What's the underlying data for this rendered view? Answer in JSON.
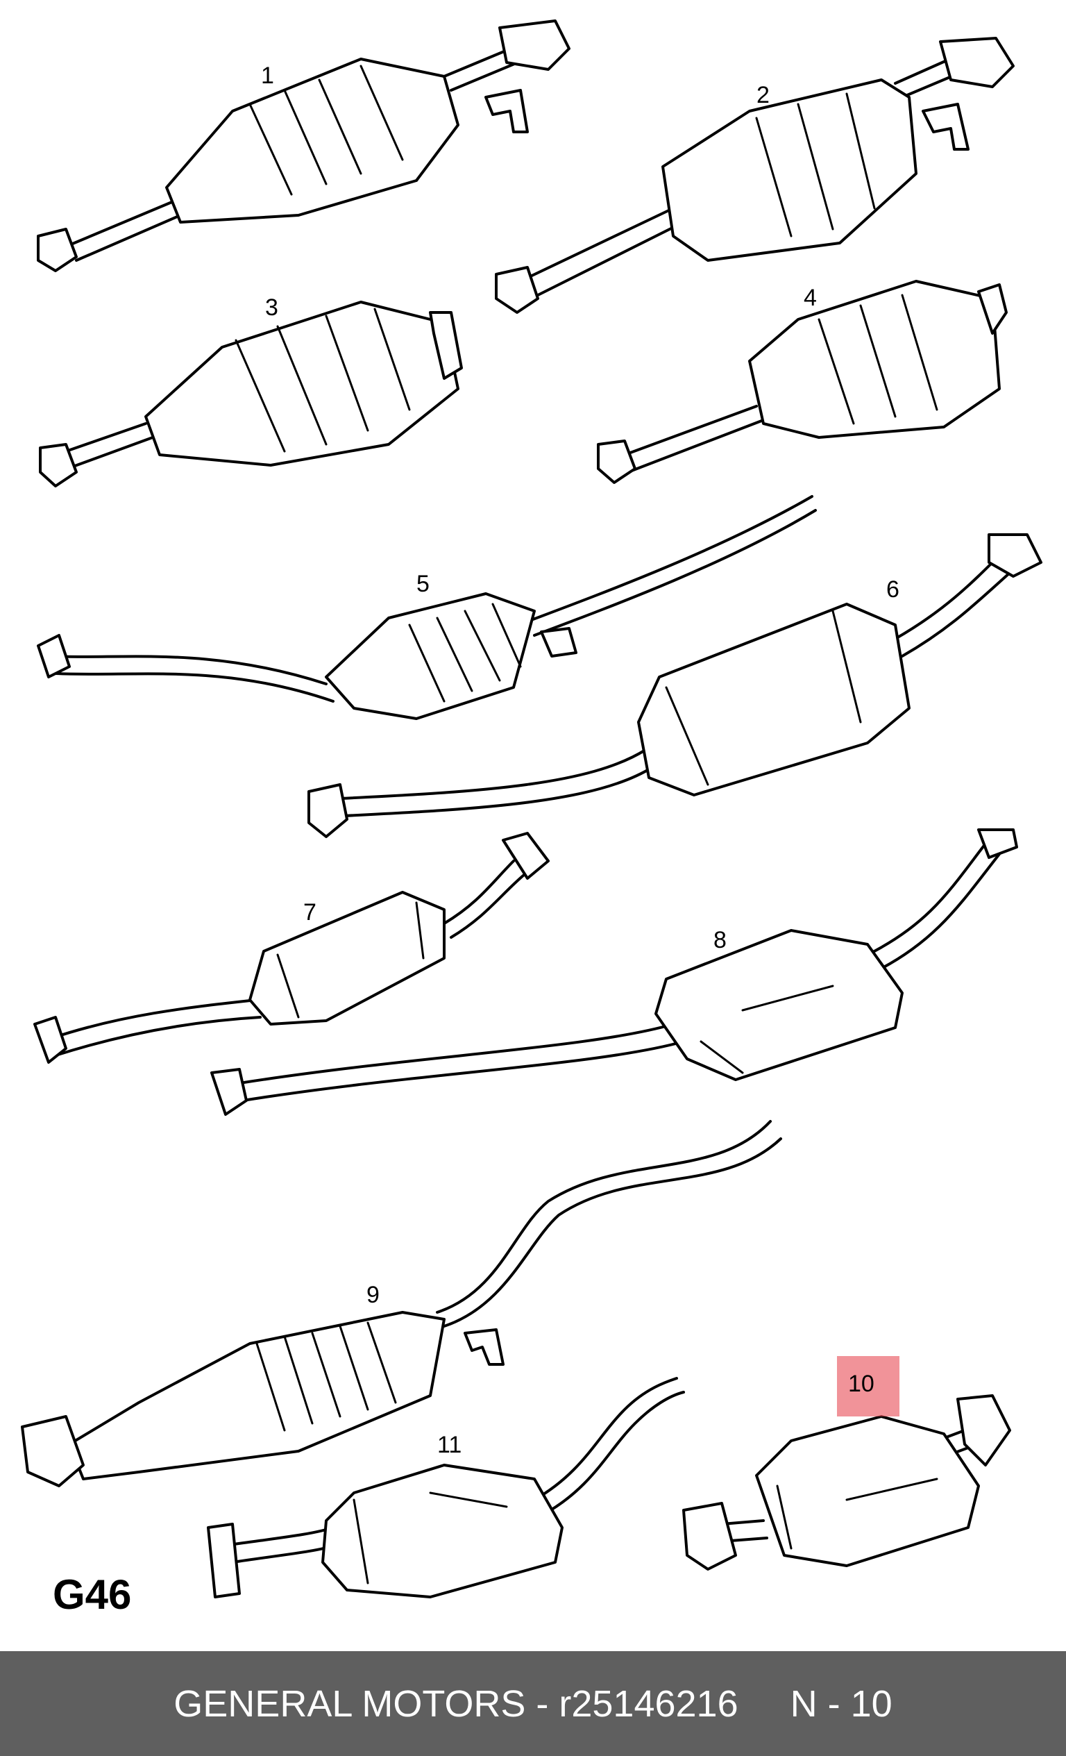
{
  "diagram": {
    "code": "G46",
    "highlight_color": "#e8505a",
    "highlighted_part": "10",
    "parts": [
      {
        "number": "1"
      },
      {
        "number": "2"
      },
      {
        "number": "3"
      },
      {
        "number": "4"
      },
      {
        "number": "5"
      },
      {
        "number": "6"
      },
      {
        "number": "7"
      },
      {
        "number": "8"
      },
      {
        "number": "9"
      },
      {
        "number": "10"
      },
      {
        "number": "11"
      }
    ]
  },
  "footer": {
    "brand": "GENERAL MOTORS",
    "separator": " - ",
    "part_number": "r25146216",
    "gap": "     ",
    "position_label": "N - 10",
    "background": "#5f5f5f"
  }
}
